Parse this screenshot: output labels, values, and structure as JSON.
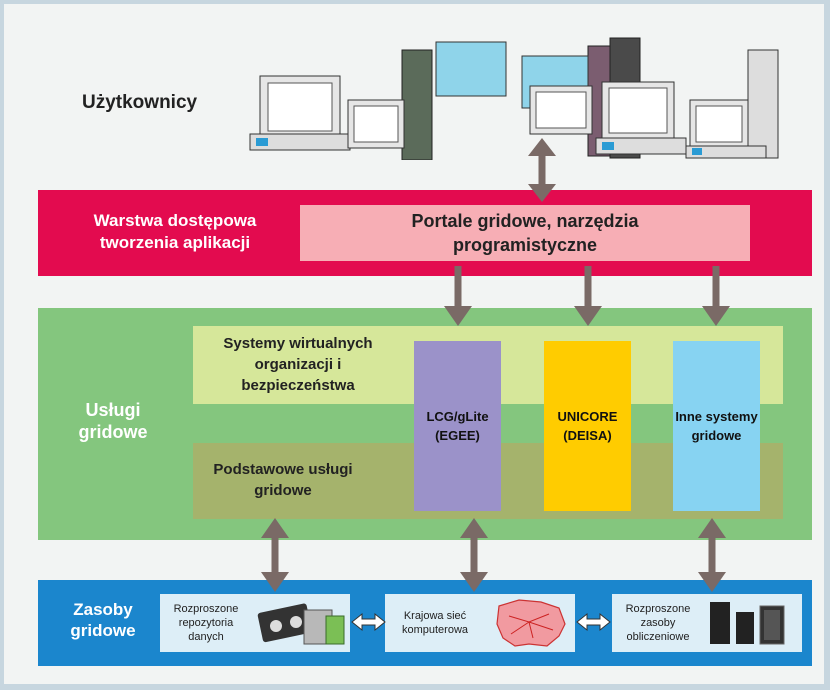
{
  "users_label": "Użytkownicy",
  "access_layer": {
    "title": "Warstwa dostępowa tworzenia aplikacji",
    "portal": "Portale gridowe, narzędzia programistyczne"
  },
  "grid_services": {
    "title": "Usługi gridowe",
    "vo_security": "Systemy wirtualnych organizacji i bezpieczeństwa",
    "basic_services": "Podstawowe usługi gridowe",
    "systems": [
      {
        "label": "LCG/gLite (EGEE)",
        "color": "#9b92c9"
      },
      {
        "label": "UNICORE (DEISA)",
        "color": "#ffcc00"
      },
      {
        "label": "Inne systemy gridowe",
        "color": "#87d3f2"
      }
    ]
  },
  "resources": {
    "title": "Zasoby gridowe",
    "boxes": [
      {
        "label": "Rozproszone repozytoria danych"
      },
      {
        "label": "Krajowa sieć komputerowa"
      },
      {
        "label": "Rozproszone zasoby obliczeniowe"
      }
    ]
  },
  "colors": {
    "access_band": "#e30b4f",
    "portal_box": "#f7aeb5",
    "services_band": "#84c67e",
    "vo_band": "#d6e79a",
    "basic_band": "#a5b36c",
    "resources_band": "#1b86cd",
    "arrow": "#7a6a66"
  }
}
